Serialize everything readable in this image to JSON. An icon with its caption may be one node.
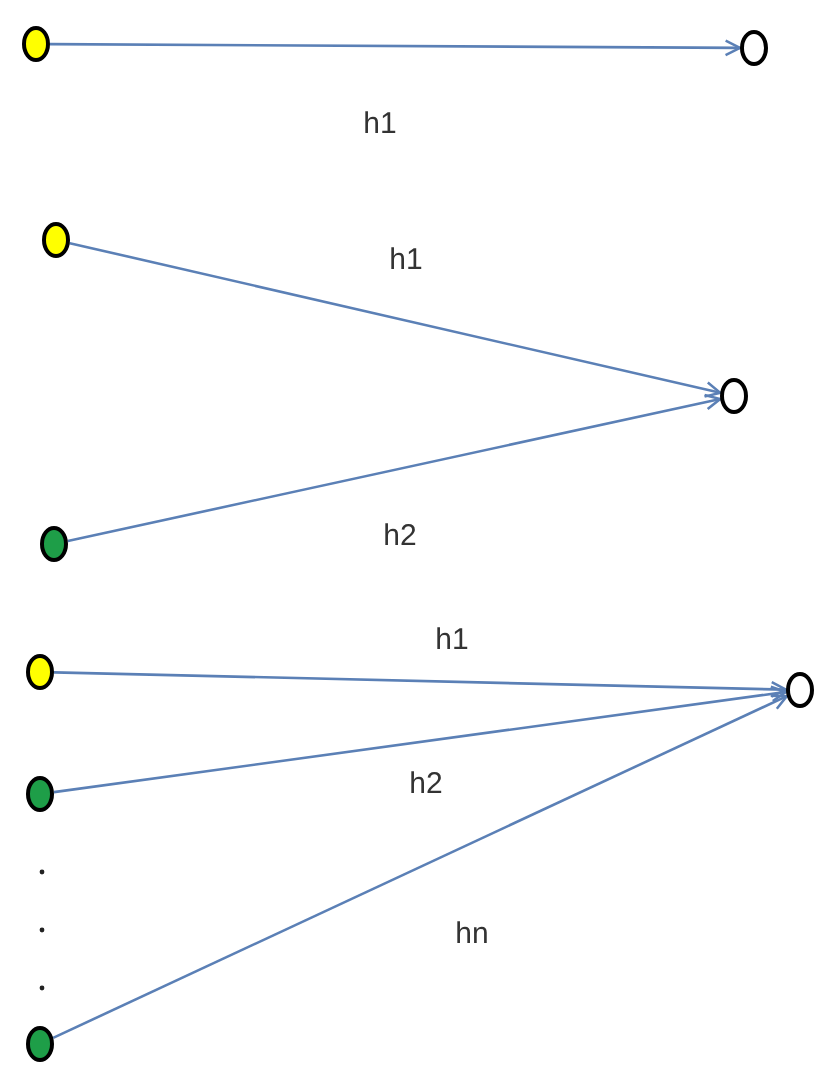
{
  "diagram": {
    "nodes": [
      {
        "text": [],
        "shape": "circle"
      },
      {
        "text": [],
        "shape": "circle"
      },
      {
        "text": [],
        "shape": "circle"
      },
      {
        "text": [],
        "shape": "circle"
      },
      {
        "text": [],
        "shape": "circle"
      },
      {
        "text": [],
        "shape": "circle"
      },
      {
        "text": [],
        "shape": "circle"
      },
      {
        "text": [],
        "shape": "circle"
      },
      {
        "text": [],
        "shape": "circle"
      }
    ],
    "edges": [
      {
        "from": 0,
        "to": 1,
        "arrow": "to",
        "label": "h1"
      },
      {
        "from": 2,
        "to": 4,
        "arrow": "to",
        "label": "h1"
      },
      {
        "from": 3,
        "to": 4,
        "arrow": "to",
        "label": "h2"
      },
      {
        "from": 5,
        "to": 8,
        "arrow": "to",
        "label": "h1"
      },
      {
        "from": 6,
        "to": 8,
        "arrow": "to",
        "label": "h2"
      },
      {
        "from": 7,
        "to": 8,
        "arrow": "to",
        "label": "hn"
      }
    ]
  }
}
